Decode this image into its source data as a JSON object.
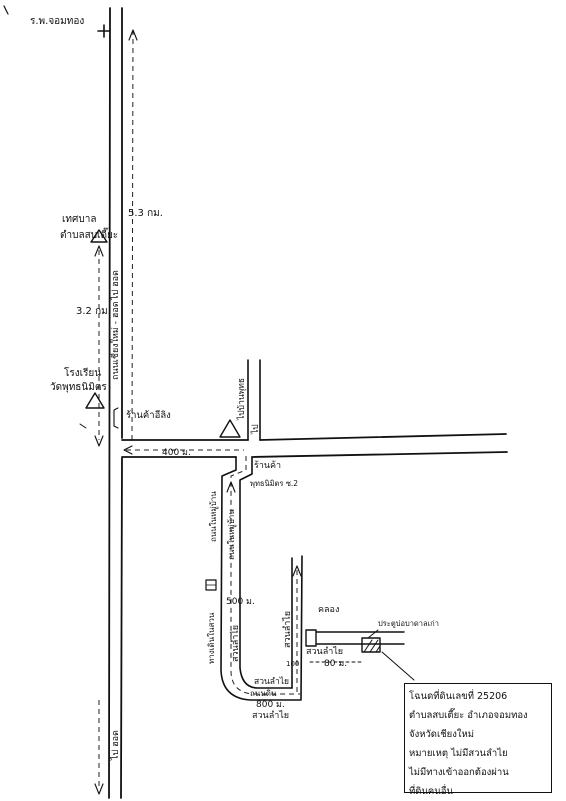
{
  "labels": {
    "hospital": "ร.พ.จอมทอง",
    "municipality_1": "เทศบาล",
    "municipality_2": "ตำบลสบเตี๊ยะ",
    "temple_school_1": "โรงเรียน",
    "temple_school_2": "วัดพุทธนิมิตร",
    "main_road": "ถนนเชียงใหม่ - ฮอด",
    "chiang_mai_arrow": "ไป ฮอด",
    "bottom_arrow": "ไป ฮอด",
    "intersection_shop": "ร้านค้าอีลิง",
    "side_road_arrow": "ไปบ้านพุทธ",
    "shop": "ร้านค้า",
    "km_marker": "พุทธนิมิตร ซ.2",
    "dist_5_3": "5.3 กม.",
    "dist_3_2": "3.2 กม.",
    "dist_400": "400 ม.",
    "dist_500": "500 ม.",
    "dist_800": "800 ม.",
    "dist_80": "80 ม.",
    "dist_100": "100",
    "road_vertical_1": "ถนนในหมู่บ้าน",
    "road_vertical_2": "ถนนในหมู่บ้าน",
    "road_vertical_3": "ทางเดินในสวน",
    "longan_1": "สวนลำไย",
    "longan_2": "สวนลำไย",
    "longan_3": "สวนลำไย",
    "longan_4": "สวนลำไย",
    "longan_5": "สวนลำไย",
    "concrete_road": "ถนนดิน",
    "canal": "คลอง",
    "fence_gate": "ประตูบ่อบาดาลเก่า",
    "n_mark": "ไป"
  },
  "note": {
    "line1": "โฉนดที่ดินเลขที่ 25206",
    "line2": "ตำบลสบเตี๊ยะ อำเภอจอมทอง",
    "line3": "จังหวัดเชียงใหม่",
    "line4": "หมายเหตุ ไม่มีสวนลำไย",
    "line5": "ไม่มีทางเข้าออกต้องผ่าน",
    "line6": "ที่ดินคนอื่น"
  }
}
